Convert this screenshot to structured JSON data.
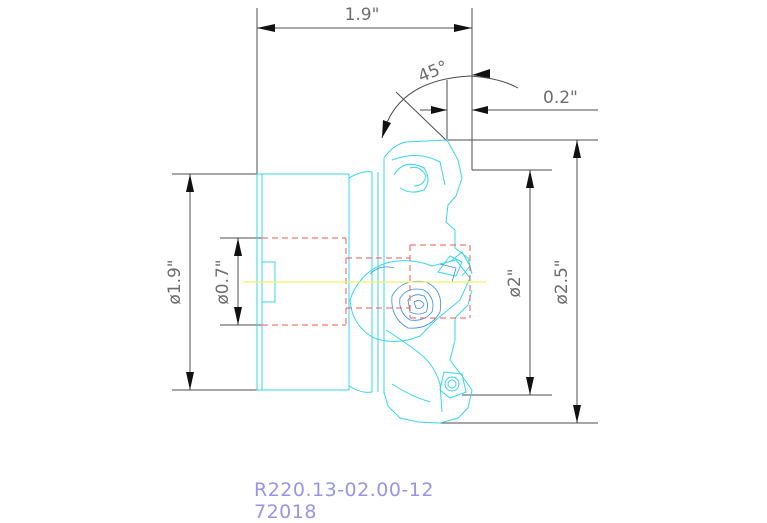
{
  "drawing": {
    "dimensions": {
      "overall_length": "1.9\"",
      "chamfer_angle": "45°",
      "chamfer_length": "0.2\"",
      "body_diameter": "ø1.9\"",
      "bore_diameter": "ø0.7\"",
      "cut_diameter": "ø2\"",
      "max_diameter": "ø2.5\""
    },
    "part_number": "R220.13-02.00-12",
    "part_code": "72018",
    "colors": {
      "dimension": "#4d4d4d",
      "body_outline": "#38d6ec",
      "hidden_lines": "#ef5a5a",
      "center_line": "#f2f26a",
      "caption": "#9a94e8"
    }
  }
}
